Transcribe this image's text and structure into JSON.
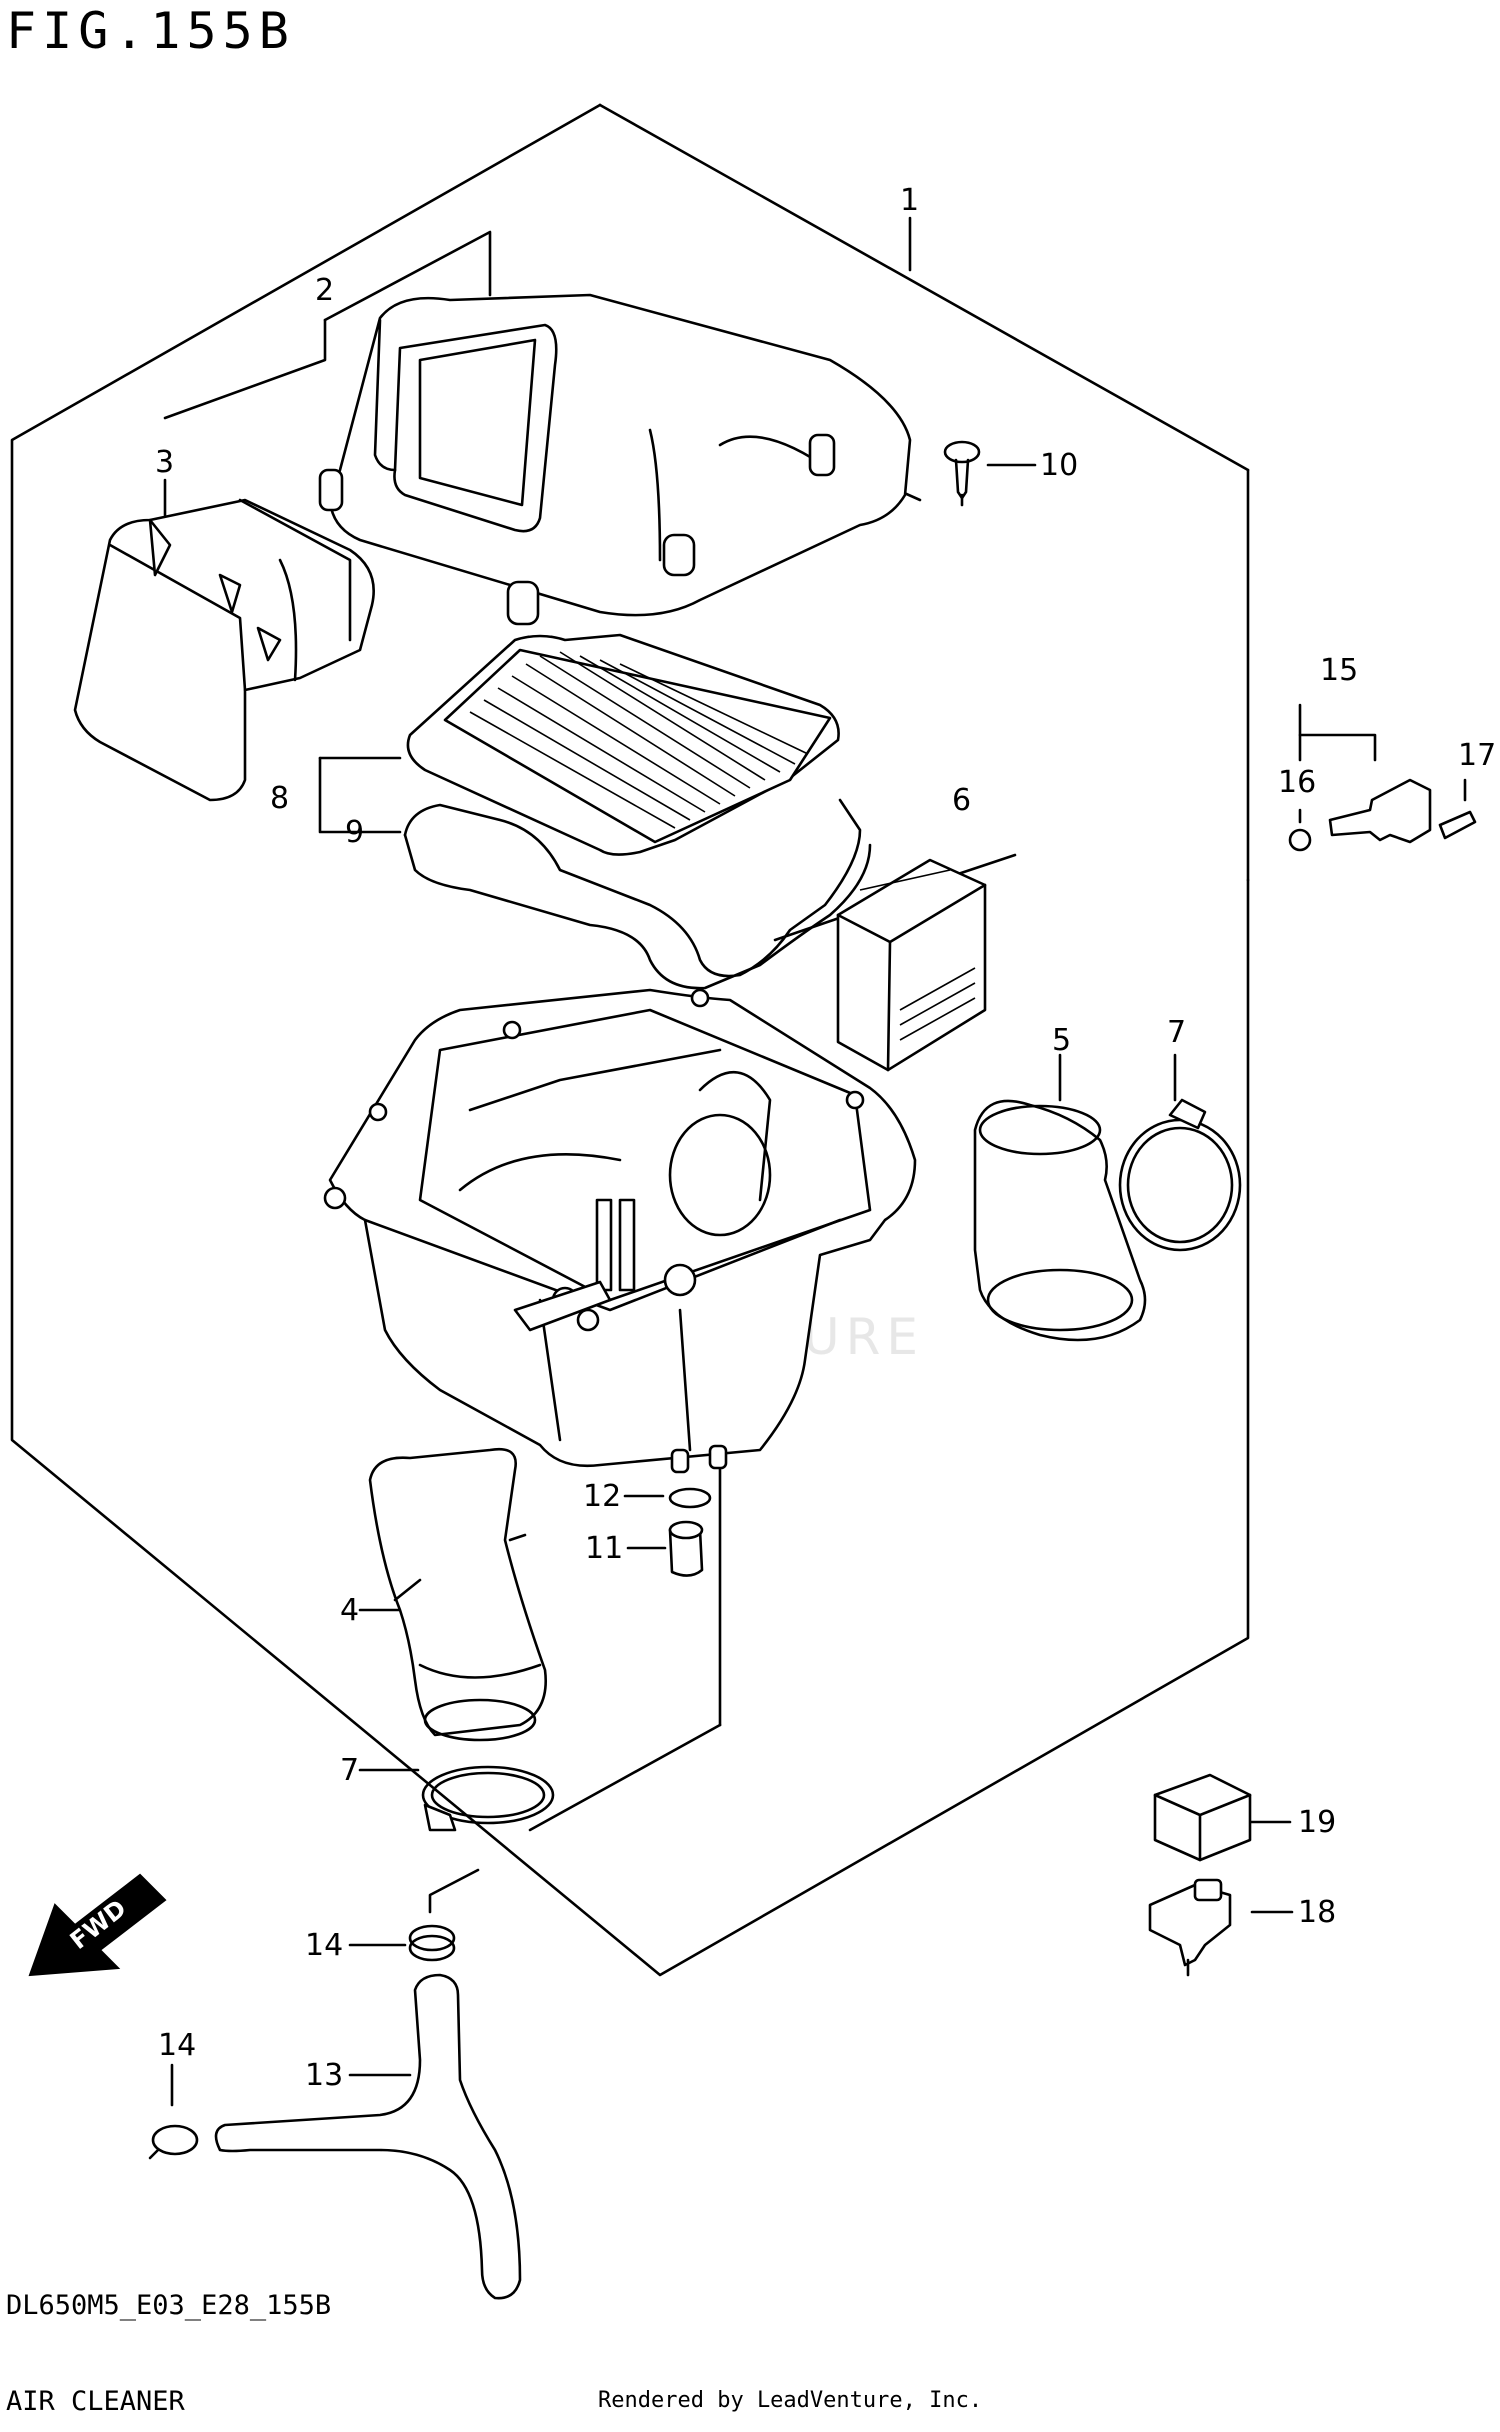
{
  "header": {
    "figure_title": "FIG.155B"
  },
  "footer": {
    "model_code": "DL650M5_E03_E28_155B",
    "caption": "AIR CLEANER",
    "rendered_by": "Rendered by LeadVenture, Inc."
  },
  "watermark": "LEADVENTURE",
  "arrow_label": "FWD",
  "callouts": {
    "c1": "1",
    "c2": "2",
    "c3": "3",
    "c4": "4",
    "c5": "5",
    "c6": "6",
    "c7a": "7",
    "c7b": "7",
    "c8": "8",
    "c9": "9",
    "c10": "10",
    "c11": "11",
    "c12": "12",
    "c13": "13",
    "c14a": "14",
    "c14b": "14",
    "c15": "15",
    "c16": "16",
    "c17": "17",
    "c18": "18",
    "c19": "19"
  }
}
